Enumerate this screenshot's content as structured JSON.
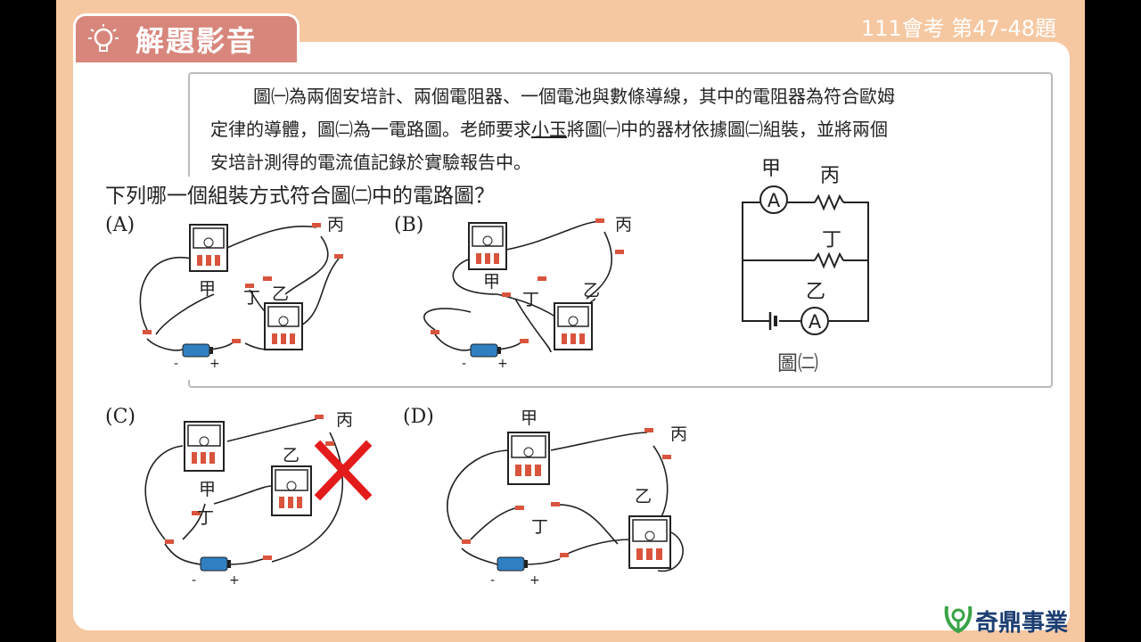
{
  "header": {
    "title": "解題影音",
    "exam_label": "111會考 第47-48題"
  },
  "question": {
    "line1_a": "圖㈠為兩個安培計、兩個電阻器、一個電池與數條導線，其中的電阻器為符合歐姆",
    "line2_a": "定律的導體，圖㈡為一電路圖。老師要求",
    "line2_name": "小玉",
    "line2_b": "將圖㈠中的器材依據圖㈡組裝，並將兩個",
    "line3": "安培計測得的電流值記錄於實驗報告中。",
    "prompt": "下列哪一個組裝方式符合圖㈡中的電路圖？"
  },
  "circuit": {
    "label_jia": "甲",
    "label_bing": "丙",
    "label_ding": "丁",
    "label_yi": "乙",
    "ammeter_symbol": "A",
    "figure_caption": "圖㈡"
  },
  "options": [
    {
      "label": "(A)",
      "jia": "甲",
      "bing": "丙",
      "ding": "丁",
      "yi": "乙",
      "minus": "-",
      "plus": "+"
    },
    {
      "label": "(B)",
      "jia": "甲",
      "bing": "丙",
      "ding": "丁",
      "yi": "乙",
      "minus": "-",
      "plus": "+"
    },
    {
      "label": "(C)",
      "jia": "甲",
      "bing": "丙",
      "ding": "丁",
      "yi": "乙",
      "minus": "-",
      "plus": "+"
    },
    {
      "label": "(D)",
      "jia": "甲",
      "bing": "丙",
      "ding": "丁",
      "yi": "乙",
      "minus": "-",
      "plus": "+"
    }
  ],
  "brand": {
    "name": "奇鼎事業"
  },
  "colors": {
    "frame": "#f6c8a2",
    "ribbon": "#d8867c",
    "wrong_mark": "#e31b1b",
    "brand_text": "#1d3e72"
  }
}
